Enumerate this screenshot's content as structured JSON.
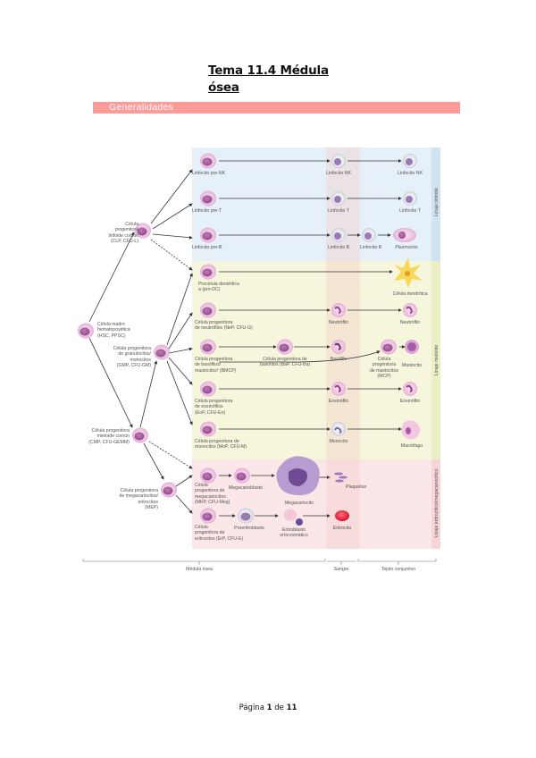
{
  "document": {
    "title": "Tema 11.4 Médula ósea",
    "section_heading": "Generalidades",
    "section_color": "#fd9a9a",
    "footer": {
      "prefix": "Página",
      "page": "1",
      "separator": "de",
      "total": "11"
    }
  },
  "figure": {
    "lineages": {
      "lymphoid": "Linaje linfoide",
      "myeloid": "Linaje mieloide",
      "erythroid": "Linaje eritrocítico/megacariocítico"
    },
    "progenitors": {
      "hsc": [
        "Célula madre",
        "hematopoyética",
        "(HSC, PPSC)"
      ],
      "clp": [
        "Célula",
        "progenitora",
        "linfoide común",
        "(CLP, CFU-L)"
      ],
      "gmp": [
        "Célula progenitora",
        "de granulocitos/",
        "monocitos",
        "(GMP, CFU-GM)"
      ],
      "cmp": [
        "Célula progenitora",
        "mieloide común",
        "(CMP, CFU-GEMM)"
      ],
      "mep": [
        "Célula progenitora",
        "de megacariocitos/",
        "eritrocitos",
        "(MEP)"
      ]
    },
    "cells": {
      "pre_nk": "Linfocito pre-NK",
      "pre_t": "Linfocito pre-T",
      "pre_b": "Linfocito pre-B",
      "nk_blood": "Linfocito NK",
      "nk_tissue": "Linfocito NK",
      "t_blood": "Linfocito T",
      "t_tissue": "Linfocito T",
      "b_blood": "Linfocito B",
      "b_tissue": "Linfocito B",
      "plasma": "Plasmocito",
      "pro_dc": [
        "Procélula dendrítica",
        "a (pro-DC)"
      ],
      "dendritic": "Célula dendrítica",
      "nep": [
        "Célula progenitora",
        "de neutrófilos (NeP, CFU-G)"
      ],
      "neutrophil_blood": "Neutrófilo",
      "neutrophil_tissue": "Neutrófilo",
      "bmcp": [
        "Célula progenitora",
        "de basófilos/",
        "mastocitos² (BMCP)"
      ],
      "bap": [
        "Célula progenitora de",
        "basófilos (BaP, CFU-Ba)"
      ],
      "basophil": "Basófilo",
      "mcp": [
        "Célula",
        "progenitora",
        "de mastocitos",
        "(MCP)"
      ],
      "mast": "Mastocito",
      "eop": [
        "Célula progenitora",
        "de eosinófilos",
        "(EoP, CFU-Eo)"
      ],
      "eosinophil_blood": "Eosinófilo",
      "eosinophil_tissue": "Eosinófilo",
      "mop": [
        "Célula progenitora de",
        "monocitos (MoP, CFU-M)"
      ],
      "monocyte": "Monocito",
      "macrophage": "Macrófago",
      "mkp": [
        "Célula",
        "progenitora de",
        "megacariocitos",
        "(MKP, CFU-Meg)"
      ],
      "megakaryoblast": "Megacarioblasto",
      "megakaryocyte": "Megacariocito",
      "platelets": "Plaquetas",
      "erp": [
        "Célula",
        "progenitora de",
        "eritrocitos (ErP, CFU-E)"
      ],
      "proerythroblast": "Proeritroblasto",
      "orthochromatic": [
        "Eritroblasto",
        "ortocromático"
      ],
      "erythrocyte": "Eritrocito"
    },
    "compartments": {
      "bone_marrow": "Médula ósea",
      "blood": "Sangre",
      "connective_tissue": "Tejido conjuntivo"
    }
  }
}
